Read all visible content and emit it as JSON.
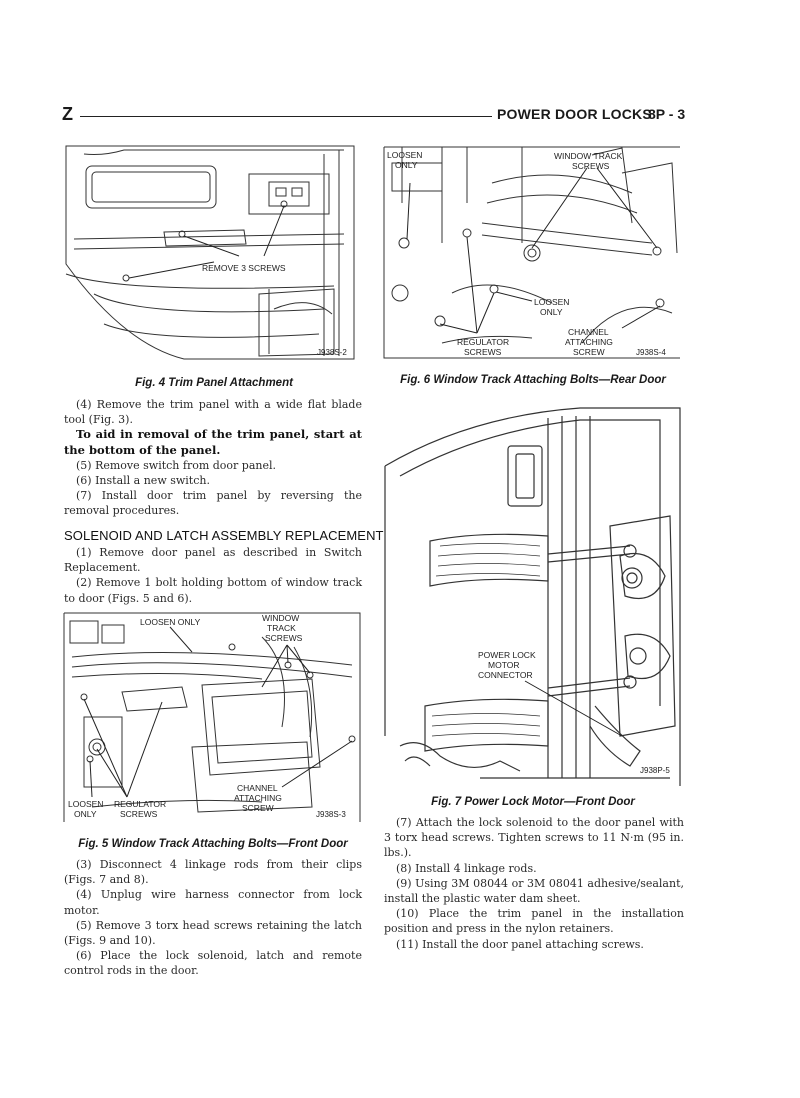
{
  "header": {
    "section_letter": "Z",
    "title": "POWER DOOR LOCKS",
    "page": "8P - 3"
  },
  "figures": {
    "fig4": {
      "caption": "Fig. 4 Trim Panel Attachment",
      "callouts": {
        "remove": "REMOVE 3 SCREWS"
      },
      "id": "J938S-2"
    },
    "fig5": {
      "caption": "Fig. 5 Window Track Attaching Bolts—Front Door",
      "callouts": {
        "loosen_top": "LOOSEN ONLY",
        "window_1": "WINDOW",
        "window_2": "TRACK",
        "window_3": "SCREWS",
        "channel_1": "CHANNEL",
        "channel_2": "ATTACHING",
        "channel_3": "SCREW",
        "loosen_1": "LOOSEN",
        "loosen_2": "ONLY",
        "reg_1": "REGULATOR",
        "reg_2": "SCREWS"
      },
      "id": "J938S-3"
    },
    "fig6": {
      "caption": "Fig. 6 Window Track Attaching Bolts—Rear Door",
      "callouts": {
        "loosen_a1": "LOOSEN",
        "loosen_a2": "ONLY",
        "window_1": "WINDOW TRACK",
        "window_2": "SCREWS",
        "loosen_b1": "LOOSEN",
        "loosen_b2": "ONLY",
        "channel_1": "CHANNEL",
        "channel_2": "ATTACHING",
        "channel_3": "SCREW",
        "reg_1": "REGULATOR",
        "reg_2": "SCREWS"
      },
      "id": "J938S-4"
    },
    "fig7": {
      "caption": "Fig. 7 Power Lock Motor—Front Door",
      "callouts": {
        "motor_1": "POWER LOCK",
        "motor_2": "MOTOR",
        "motor_3": "CONNECTOR"
      },
      "id": "J938P-5"
    }
  },
  "left_top": [
    "(4) Remove the trim panel with a wide flat blade tool (Fig. 3).",
    "To aid in removal of the trim panel, start at the bottom of the panel.",
    "(5) Remove switch from door panel.",
    "(6) Install a new switch.",
    "(7) Install door trim panel by reversing the removal procedures."
  ],
  "section_heading": "SOLENOID AND LATCH ASSEMBLY REPLACEMENT",
  "left_mid": [
    "(1) Remove door panel as described in Switch Replacement.",
    "(2) Remove 1 bolt holding bottom of window track to door (Figs. 5 and 6)."
  ],
  "left_bottom": [
    "(3) Disconnect 4 linkage rods from their clips (Figs. 7 and 8).",
    "(4) Unplug wire harness connector from lock motor.",
    "(5) Remove 3 torx head screws retaining the latch (Figs. 9 and 10).",
    "(6) Place the lock solenoid, latch and remote control rods in the door."
  ],
  "right_bottom": [
    "(7) Attach the lock solenoid to the door panel with 3 torx head screws. Tighten screws to 11 N·m (95 in. lbs.).",
    "(8) Install 4 linkage rods.",
    "(9) Using 3M 08044 or 3M 08041 adhesive/sealant, install the plastic water dam sheet.",
    "(10) Place the trim panel in the installation position and press in the nylon retainers.",
    "(11) Install the door panel attaching screws."
  ]
}
